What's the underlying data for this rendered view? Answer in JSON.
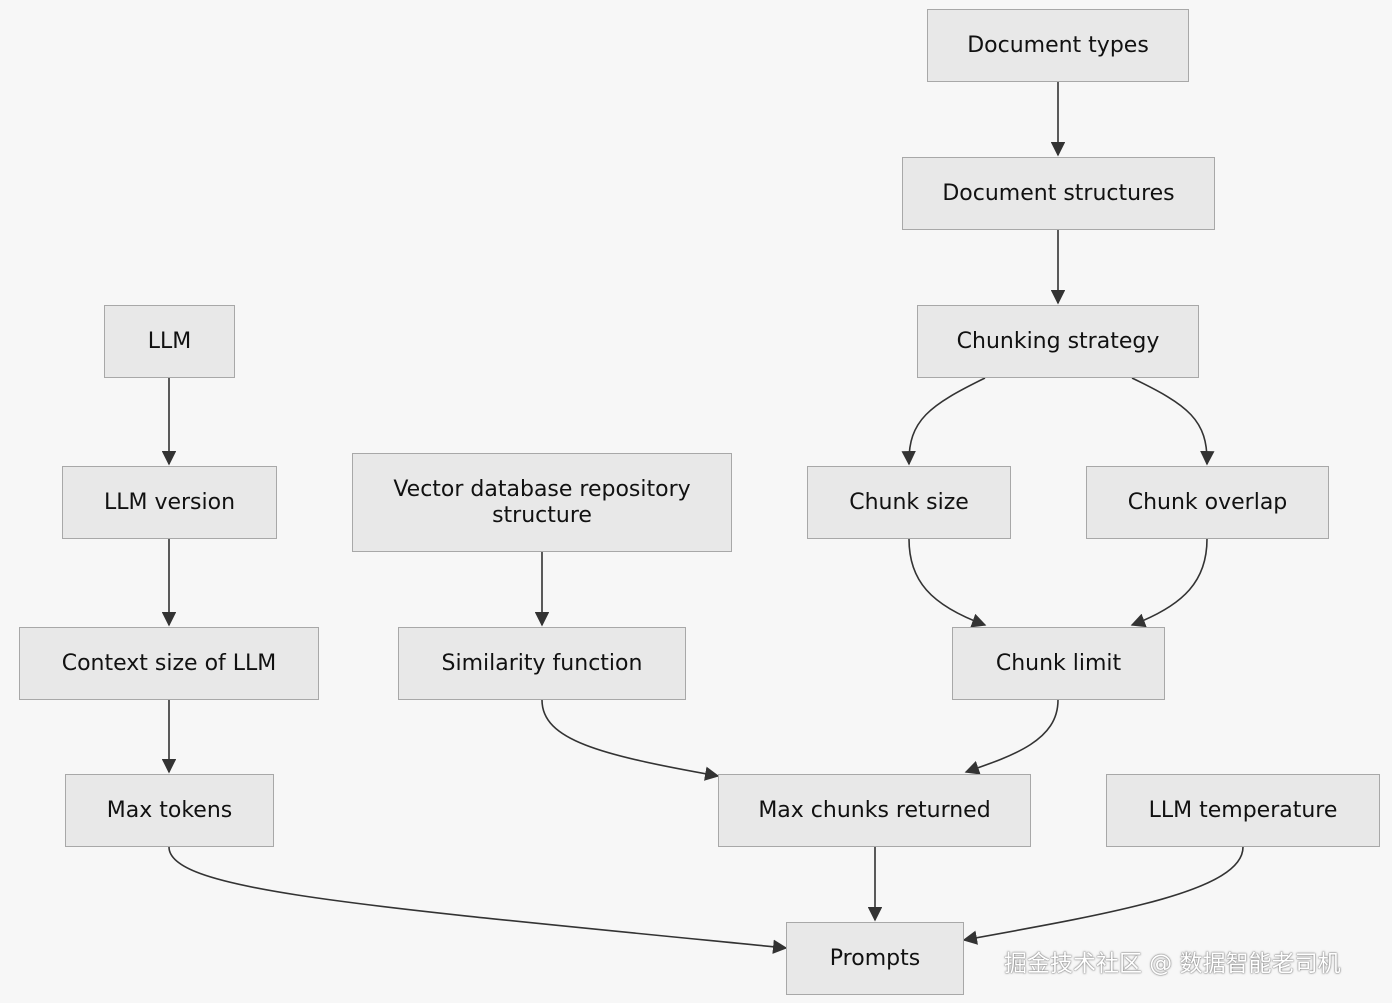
{
  "nodes": {
    "document_types": "Document types",
    "document_structures": "Document structures",
    "chunking_strategy": "Chunking strategy",
    "chunk_size": "Chunk size",
    "chunk_overlap": "Chunk overlap",
    "chunk_limit": "Chunk limit",
    "llm": "LLM",
    "llm_version": "LLM version",
    "context_size": "Context size of LLM",
    "max_tokens": "Max tokens",
    "vector_db": "Vector database repository structure",
    "similarity_function": "Similarity function",
    "max_chunks": "Max chunks returned",
    "llm_temperature": "LLM temperature",
    "prompts": "Prompts"
  },
  "edges": [
    [
      "document_types",
      "document_structures"
    ],
    [
      "document_structures",
      "chunking_strategy"
    ],
    [
      "chunking_strategy",
      "chunk_size"
    ],
    [
      "chunking_strategy",
      "chunk_overlap"
    ],
    [
      "chunk_size",
      "chunk_limit"
    ],
    [
      "chunk_overlap",
      "chunk_limit"
    ],
    [
      "llm",
      "llm_version"
    ],
    [
      "llm_version",
      "context_size"
    ],
    [
      "context_size",
      "max_tokens"
    ],
    [
      "vector_db",
      "similarity_function"
    ],
    [
      "similarity_function",
      "max_chunks"
    ],
    [
      "chunk_limit",
      "max_chunks"
    ],
    [
      "max_tokens",
      "prompts"
    ],
    [
      "max_chunks",
      "prompts"
    ],
    [
      "llm_temperature",
      "prompts"
    ]
  ],
  "watermark": "掘金技术社区 @ 数据智能老司机",
  "colors": {
    "node_fill": "#e8e8e8",
    "node_border": "#a8a8a8",
    "edge": "#333333"
  }
}
